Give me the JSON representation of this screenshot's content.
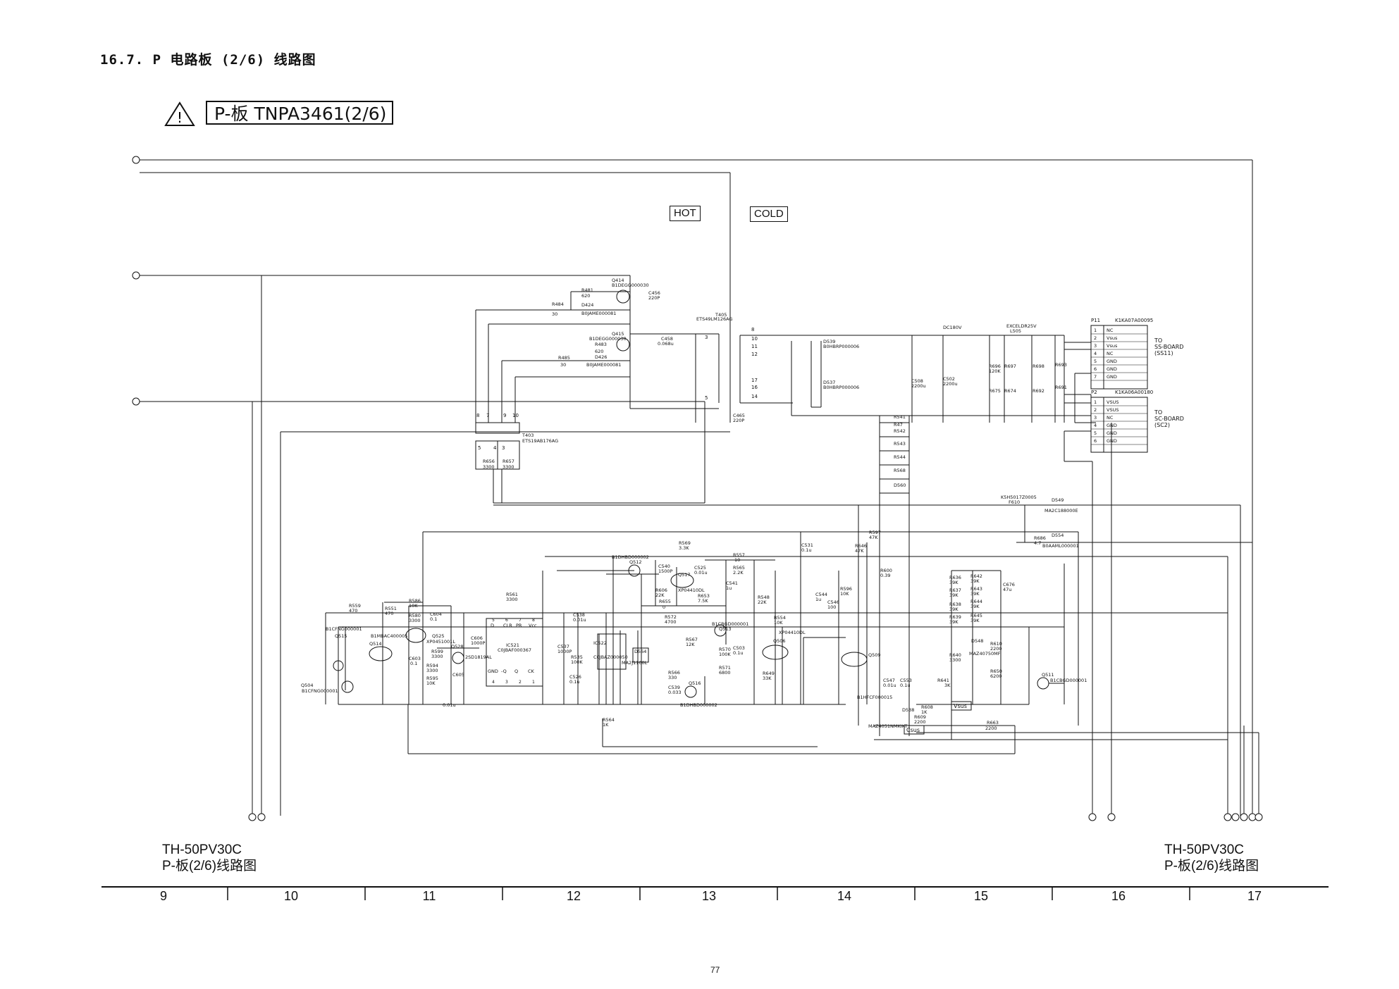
{
  "page_heading": "16.7. P 电路板 (2/6) 线路图",
  "board_title": "P-板 TNPA3461(2/6)",
  "warning_symbol": "!",
  "hot_label": "HOT",
  "cold_label": "COLD",
  "model_left": {
    "line1": "TH-50PV30C",
    "line2": "P-板(2/6)线路图"
  },
  "model_right": {
    "line1": "TH-50PV30C",
    "line2": "P-板(2/6)线路图"
  },
  "ruler": [
    "9",
    "10",
    "11",
    "12",
    "13",
    "14",
    "15",
    "16",
    "17"
  ],
  "page_number": "77",
  "connectors": {
    "p11": {
      "ref": "P11",
      "part": "K1KA07A00095",
      "pins": [
        {
          "n": "1",
          "sig": "NC"
        },
        {
          "n": "2",
          "sig": "Vsus"
        },
        {
          "n": "3",
          "sig": "Vsus"
        },
        {
          "n": "4",
          "sig": "NC"
        },
        {
          "n": "5",
          "sig": "GND"
        },
        {
          "n": "6",
          "sig": "GND"
        },
        {
          "n": "7",
          "sig": "GND"
        }
      ],
      "to": [
        "TO",
        "SS-BOARD",
        "(SS11)"
      ]
    },
    "p2": {
      "ref": "P2",
      "part": "K1KA06A00180",
      "pins": [
        {
          "n": "1",
          "sig": "VSUS"
        },
        {
          "n": "2",
          "sig": "VSUS"
        },
        {
          "n": "3",
          "sig": "NC"
        },
        {
          "n": "4",
          "sig": "GND"
        },
        {
          "n": "5",
          "sig": "GND"
        },
        {
          "n": "6",
          "sig": "GND"
        }
      ],
      "to": [
        "TO",
        "SC-BOARD",
        "(SC2)"
      ]
    }
  },
  "labels": {
    "q414": "Q414",
    "q414_part": "B1DEGG000030",
    "r481": "R481",
    "r481_v": "620",
    "d424": "D424",
    "d424_part": "B0JAME000081",
    "r484": "R484",
    "r484_v": "30",
    "c456": "C456",
    "c456_v": "220P",
    "t405": "T405",
    "t405_part": "ETS49LM126AG",
    "q415": "Q415",
    "q415_part": "B1DEGG000030",
    "r483": "R483",
    "r483_v": "620",
    "d426": "D426",
    "d426_part": "B0JAME000081",
    "r485": "R485",
    "r485_v": "30",
    "c458": "C458",
    "c458_v": "0.068u",
    "c465": "C465",
    "c465_v": "220P",
    "t403": "T403",
    "t403_part": "ETS19AB176AG",
    "r656": "R656",
    "r656_v": "3300",
    "r657": "R657",
    "r657_v": "3300",
    "d539": "D539",
    "d539_part": "B0HBRP000006",
    "d537": "D537",
    "d537_part": "B0HBRP000006",
    "dc180v": "DC180V",
    "l505": "EXCELDR25V",
    "l505_ref": "L505",
    "c508": "C508",
    "c508_v": "2200u",
    "c502": "C502",
    "c502_v": "2200u",
    "r696": "R696",
    "r697": "R697",
    "r698": "R698",
    "r693": "R693",
    "r675": "R675",
    "r674": "R674",
    "r692": "R692",
    "r691": "R691",
    "val120k": "120K",
    "r541": "R541",
    "r47": "R47",
    "r542": "R542",
    "r543": "R543",
    "r544": "R544",
    "r568": "R568",
    "d560": "D560",
    "k5h": "K5H5017Z0005",
    "f610": "F610",
    "d549": "D549",
    "d549_part": "MA2C188000E",
    "r686": "R686",
    "r686_v": "4.7",
    "d554": "D554",
    "d554_part": "B0AAML000001",
    "c531": "C531",
    "c531_v": "0.1u",
    "r597": "R597",
    "r597_v": "47K",
    "r646": "R646",
    "r646_v": "47K",
    "r600": "R600",
    "r600_v": "0.39",
    "r569": "R569",
    "r569_v": "3.3K",
    "r557": "R557",
    "r557_v": "10",
    "q512": "Q512",
    "q512_part": "B1DHBD000002",
    "c540": "C540",
    "c540_v": "1500P",
    "q517": "Q517",
    "c525": "C525",
    "c525_v": "0.01u",
    "r565": "R565",
    "r565_v": "2.2K",
    "c541": "C541",
    "c541_v": "1u",
    "r606": "R606",
    "r606_v": "22K",
    "r655": "R655",
    "r655_v": "0",
    "r653": "R653",
    "r653_v": "7.5K",
    "r572": "R572",
    "r572_v": "4700",
    "xp_a": "XP04410DL",
    "q513": "Q513",
    "q513_part": "B1CBGD000001",
    "r567": "R567",
    "r567_v": "12K",
    "r570": "R570",
    "r570_v": "100K",
    "c503": "C503",
    "c503_v": "0.1u",
    "r571": "R571",
    "r571_v": "6800",
    "r566": "R566",
    "r566_v": "330",
    "c539": "C539",
    "c539_v": "0.033",
    "q516": "Q516",
    "q516_part": "B1DHBD000002",
    "c544": "C544",
    "c544_v": "1u",
    "c546": "C546",
    "c546_v": "100",
    "r596": "R596",
    "r596_v": "10K",
    "r548": "R548",
    "r548_v": "22K",
    "r554": "R554",
    "r554_v": "10K",
    "q506": "Q506",
    "xp_b": "XP04410DL",
    "r649": "R649",
    "r649_v": "33K",
    "q509": "Q509",
    "q509_part": "B1HFCF000015",
    "c547": "C547",
    "c547_v": "0.01u",
    "c553": "C553",
    "c553_v": "0.1u",
    "d538": "D538",
    "d538_part": "MAZ4051NMKIKT",
    "r608": "R608",
    "r608_v": "1K",
    "r609": "R609",
    "r609_v": "2200",
    "csus": "Csus",
    "vsus": "Vsus",
    "r636": "R636",
    "r636_v": "39K",
    "r637": "R637",
    "r637_v": "39K",
    "r638": "R638",
    "r638_v": "39K",
    "r639": "R639",
    "r639_v": "39K",
    "r640": "R640",
    "r640_v": "3300",
    "r642": "R642",
    "r642_v": "39K",
    "r643": "R643",
    "r643_v": "39K",
    "r644": "R644",
    "r644_v": "39K",
    "r645": "R645",
    "r645_v": "39K",
    "c676": "C676",
    "c676_v": "47u",
    "d548": "D548",
    "d548_part": "MAZ40750MF",
    "r610": "R610",
    "r610_v": "2200",
    "r650": "R650",
    "r650_v": "6200",
    "r641": "R641",
    "r641_v": "3K",
    "r663": "R663",
    "r663_v": "2200",
    "q511": "Q511",
    "q511_part": "B1CBGD000001",
    "q515": "Q515",
    "q515_part": "B1CFNG000001",
    "q504": "Q504",
    "q504_part": "B1CFNG000001",
    "r559": "R559",
    "r559_v": "470",
    "r551": "R551",
    "r551_v": "470",
    "q514": "Q514",
    "q514_part": "B1MBAC400005",
    "r586": "R586",
    "r586_v": "10K",
    "r580": "R580",
    "r580_v": "3300",
    "c604": "C604",
    "c604_v": "0.1",
    "q525": "Q525",
    "xp_c": "XP0451001L",
    "c603": "C603",
    "c603_v": "0.1",
    "r599": "R599",
    "r599_v": "3300",
    "r594": "R594",
    "r594_v": "3300",
    "r595": "R595",
    "r595_v": "10K",
    "q528": "Q528",
    "q528_part": "2SD1819AL",
    "c606": "C606",
    "c606_v": "1000P",
    "c605": "C605",
    "c605_v": "0.01u",
    "r561": "R561",
    "r561_v": "3300",
    "ic521": "IC521",
    "ic521_part": "C0JBAF000367",
    "ic_top": [
      "D",
      "CLR",
      "PR",
      "Vcc"
    ],
    "ic_bot": [
      "GND",
      "-Q",
      "Q",
      "CK"
    ],
    "ic_top_pins": [
      "5",
      "6",
      "7",
      "8"
    ],
    "ic_bot_pins": [
      "4",
      "3",
      "2",
      "1"
    ],
    "c538": "C538",
    "c538_v": "0.01u",
    "c537": "C537",
    "c537_v": "1000P",
    "r535": "R535",
    "r535_v": "100K",
    "c526": "C526",
    "c526_v": "0.1u",
    "ic522": "IC522",
    "ic522_part": "C0JBAZ000050",
    "d564": "D564",
    "d564_part": "MA2J1100L",
    "r564": "R564",
    "r564_v": "1K",
    "pin_numbers": [
      "8",
      "10",
      "11",
      "12",
      "17",
      "16",
      "14",
      "3",
      "5",
      "8",
      "7",
      "9",
      "10",
      "5",
      "4",
      "3"
    ]
  }
}
